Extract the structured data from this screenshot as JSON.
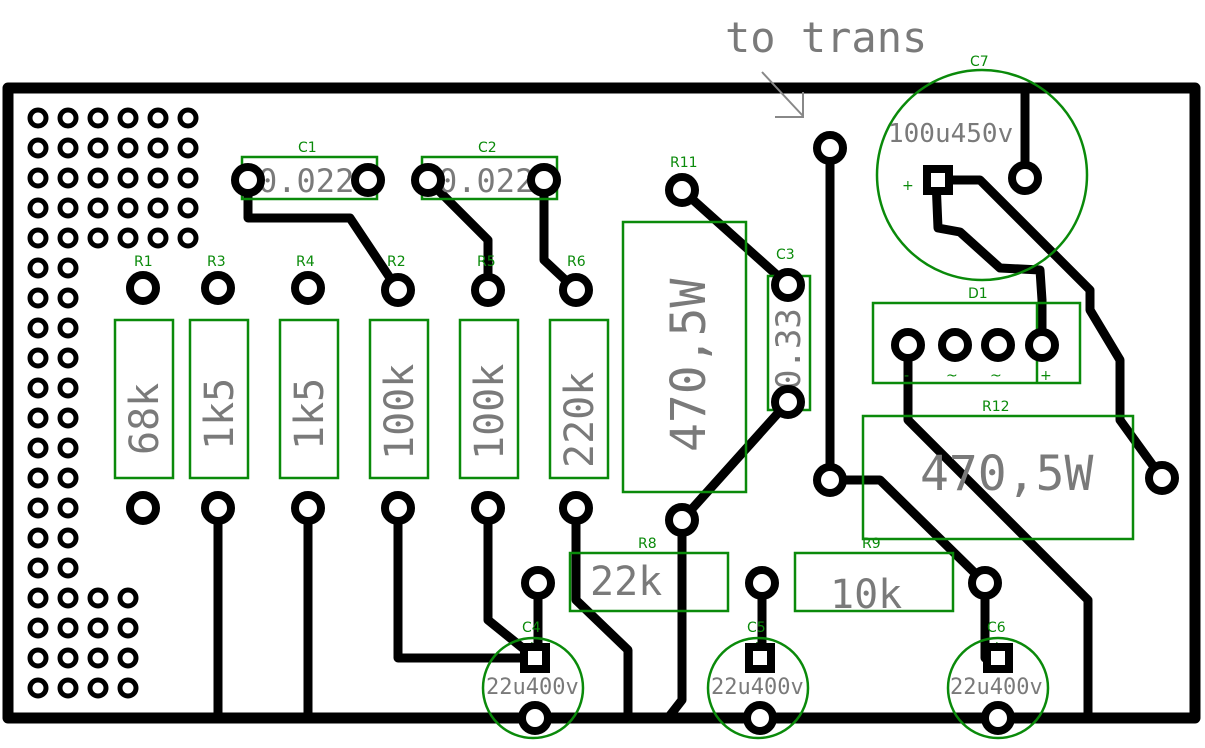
{
  "annotation": {
    "text": "to trans"
  },
  "components": {
    "R1": {
      "ref": "R1",
      "value": "68k"
    },
    "R3": {
      "ref": "R3",
      "value": "1k5"
    },
    "R4": {
      "ref": "R4",
      "value": "1k5"
    },
    "R2": {
      "ref": "R2",
      "value": "100k"
    },
    "R5": {
      "ref": "R5",
      "value": "100k"
    },
    "R6": {
      "ref": "R6",
      "value": "220k"
    },
    "R11": {
      "ref": "R11",
      "value": "470,5W"
    },
    "R12": {
      "ref": "R12",
      "value": "470,5W"
    },
    "R8": {
      "ref": "R8",
      "value": "22k"
    },
    "R9": {
      "ref": "R9",
      "value": "10k"
    },
    "C1": {
      "ref": "C1",
      "value": "0.022"
    },
    "C2": {
      "ref": "C2",
      "value": "0.022"
    },
    "C3": {
      "ref": "C3",
      "value": "0.33"
    },
    "C4": {
      "ref": "C4",
      "value": "22u400v"
    },
    "C5": {
      "ref": "C5",
      "value": "22u400v"
    },
    "C6": {
      "ref": "C6",
      "value": "22u400v"
    },
    "C7": {
      "ref": "C7",
      "value": "100u450v"
    },
    "D1": {
      "ref": "D1",
      "pin_labels": [
        "-",
        "~",
        "~",
        "+"
      ]
    }
  },
  "polarity_mark": "+",
  "colors": {
    "copper": "#000000",
    "silkscreen": "#0a8a0a",
    "value_text": "#7a7a7a",
    "background": "#ffffff"
  }
}
